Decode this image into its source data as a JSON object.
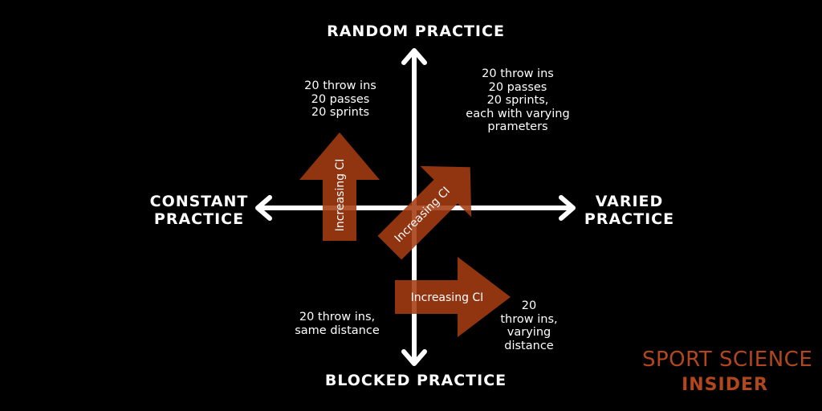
{
  "axes": {
    "top": "RANDOM PRACTICE",
    "bottom": "BLOCKED PRACTICE",
    "left": [
      "CONSTANT",
      "PRACTICE"
    ],
    "right": [
      "VARIED",
      "PRACTICE"
    ]
  },
  "notes": {
    "top_left": [
      "20 throw ins",
      "20 passes",
      "20 sprints"
    ],
    "top_right": [
      "20 throw ins",
      "20 passes",
      "20 sprints,",
      "each with varying",
      "prameters"
    ],
    "bottom_left": [
      "20 throw ins,",
      "same distance"
    ],
    "bottom_right": [
      "20",
      "throw ins,",
      "varying",
      "distance"
    ]
  },
  "arrows": {
    "vertical_label": "Increasing CI",
    "diagonal_label": "Increasing CI",
    "horizontal_label": "Increasing CI",
    "fill_color": "#a53b12"
  },
  "brand": {
    "line1": "SPORT SCIENCE",
    "line2": "INSIDER",
    "color": "#b2461c"
  }
}
